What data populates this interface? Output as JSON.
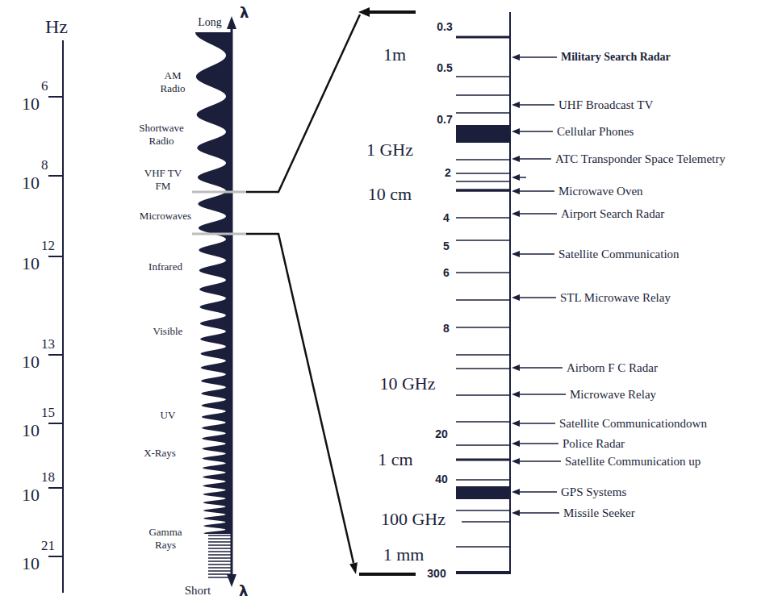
{
  "diagram": {
    "labels": [
      "Hz",
      "10",
      "6",
      "10",
      "8",
      "10",
      "12",
      "10",
      "13",
      "10",
      "15",
      "10",
      "18",
      "10",
      "21",
      "Long",
      "λ",
      "AM Radio",
      "Shortwave Radio",
      "VHF TV FM",
      "Microwaves",
      "Infrared",
      "Visible",
      "UV",
      "X-Rays",
      "Gamma Rays",
      "Short",
      "λ",
      "0.3",
      "1m",
      "Military Search Radar",
      "0.5",
      "UHF Broadcast TV",
      "0.7",
      "Cellular Phones",
      "1 GHz",
      "ATC Transponder Space Telemetry",
      "2",
      "10 cm",
      "Microwave Oven",
      "4",
      "Airport Search Radar",
      "5",
      "Satellite Communication",
      "6",
      "STL Microwave Relay",
      "8",
      "Airborn F C Radar",
      "10 GHz",
      "Microwave Relay",
      "Satellite Communicationdown",
      "20",
      "Police Radar",
      "1 cm",
      "Satellite Communication up",
      "40",
      "GPS Systems",
      "100 GHz",
      "Missile Seeker",
      "1 mm",
      "300"
    ]
  }
}
